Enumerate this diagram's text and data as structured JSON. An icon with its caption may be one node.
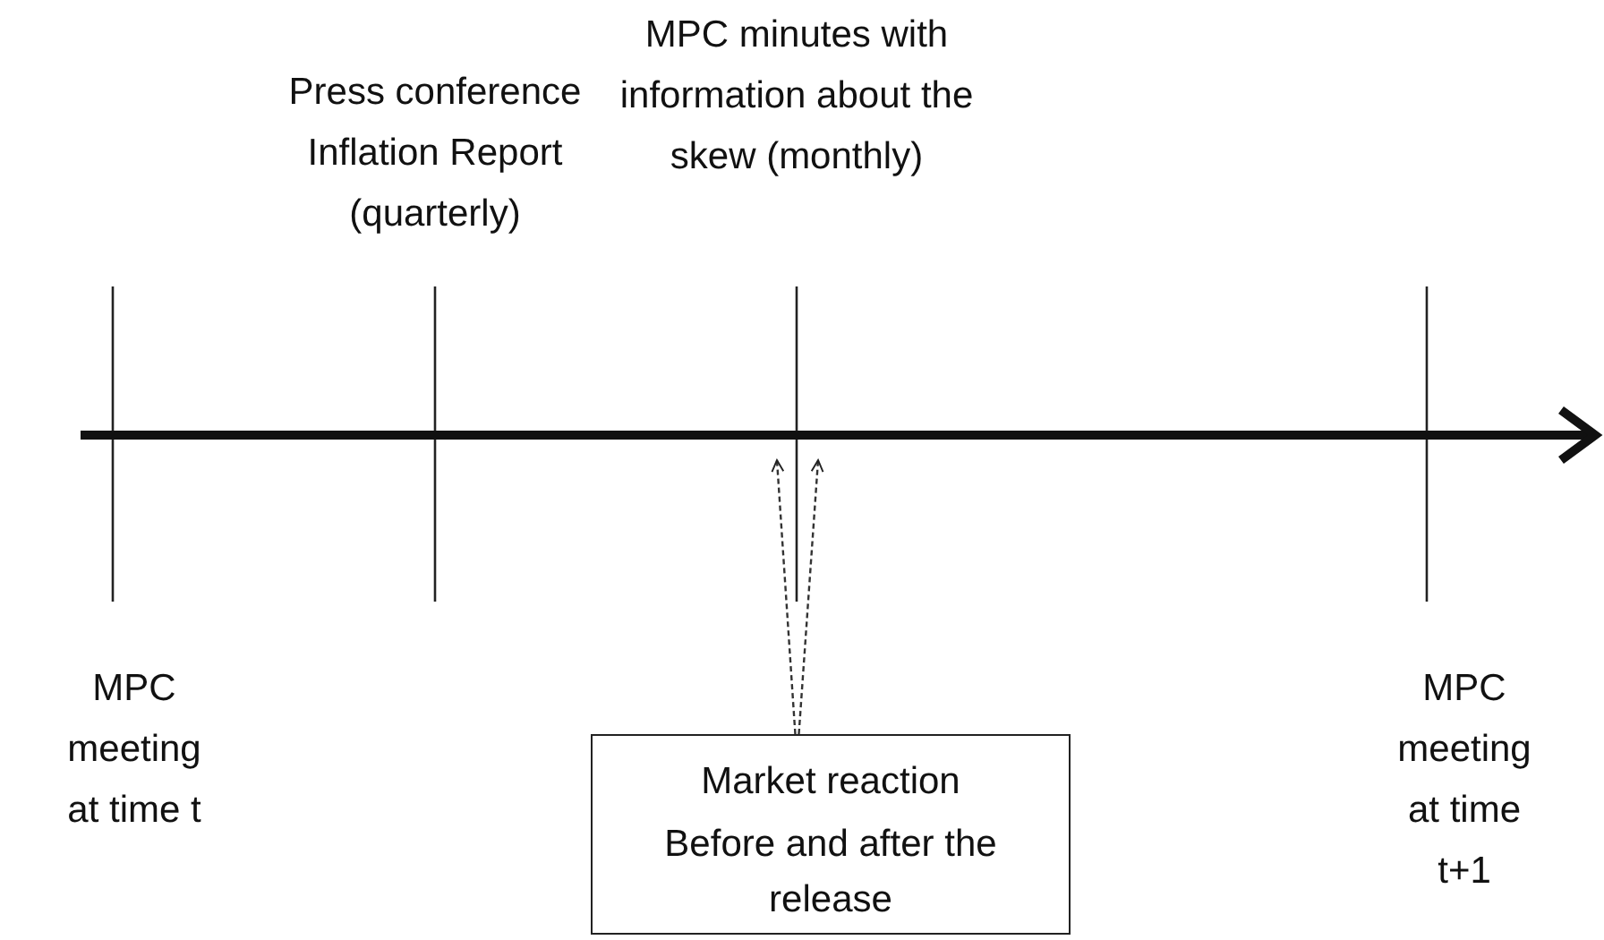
{
  "diagram": {
    "nodes": [
      {
        "text": [],
        "shape": "arrow"
      },
      {
        "text": [
          "Market reaction",
          "Before and after the release"
        ]
      }
    ],
    "edges": [
      {
        "from": 1,
        "to": 0,
        "arrow": "to",
        "style": "dashed"
      },
      {
        "from": 1,
        "to": 0,
        "arrow": "to",
        "style": "dashed"
      }
    ],
    "labels": [
      "Press conference Inflation Report (quarterly)",
      "MPC minutes with information about the skew (monthly)",
      "MPC meeting at time t",
      "MPC meeting at time t+1"
    ]
  }
}
